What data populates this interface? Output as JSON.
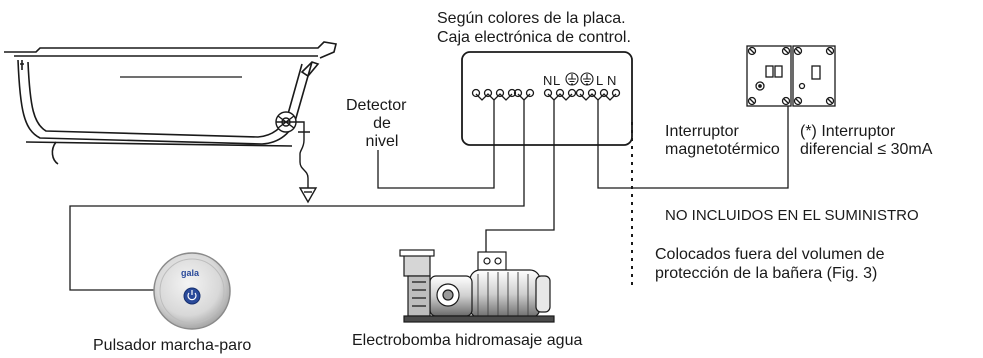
{
  "control_box": {
    "line1": "Según colores de la placa.",
    "line2": "Caja electrónica de control.",
    "terminals": {
      "n_left": "N",
      "l_left": "L",
      "l_right": "L",
      "n_right": "N"
    }
  },
  "level_detector": {
    "line1": "Detector",
    "line2": "de",
    "line3": "nivel"
  },
  "magnetothermic": {
    "line1": "Interruptor",
    "line2": "magnetotérmico"
  },
  "differential": {
    "line1": "(*) Interruptor",
    "line2": "diferencial ≤ 30mA"
  },
  "not_included": "NO INCLUIDOS EN EL SUMINISTRO",
  "placement_note": {
    "line1": "Colocados fuera del volumen de",
    "line2": "protección de la bañera (Fig. 3)"
  },
  "push_button": {
    "label": "Pulsador marcha-paro",
    "brand": "gala"
  },
  "pump": {
    "label": "Electrobomba hidromasaje agua"
  },
  "colors": {
    "line": "#1a1a1a",
    "background": "#ffffff",
    "button_blue": "#2a4a9a"
  }
}
